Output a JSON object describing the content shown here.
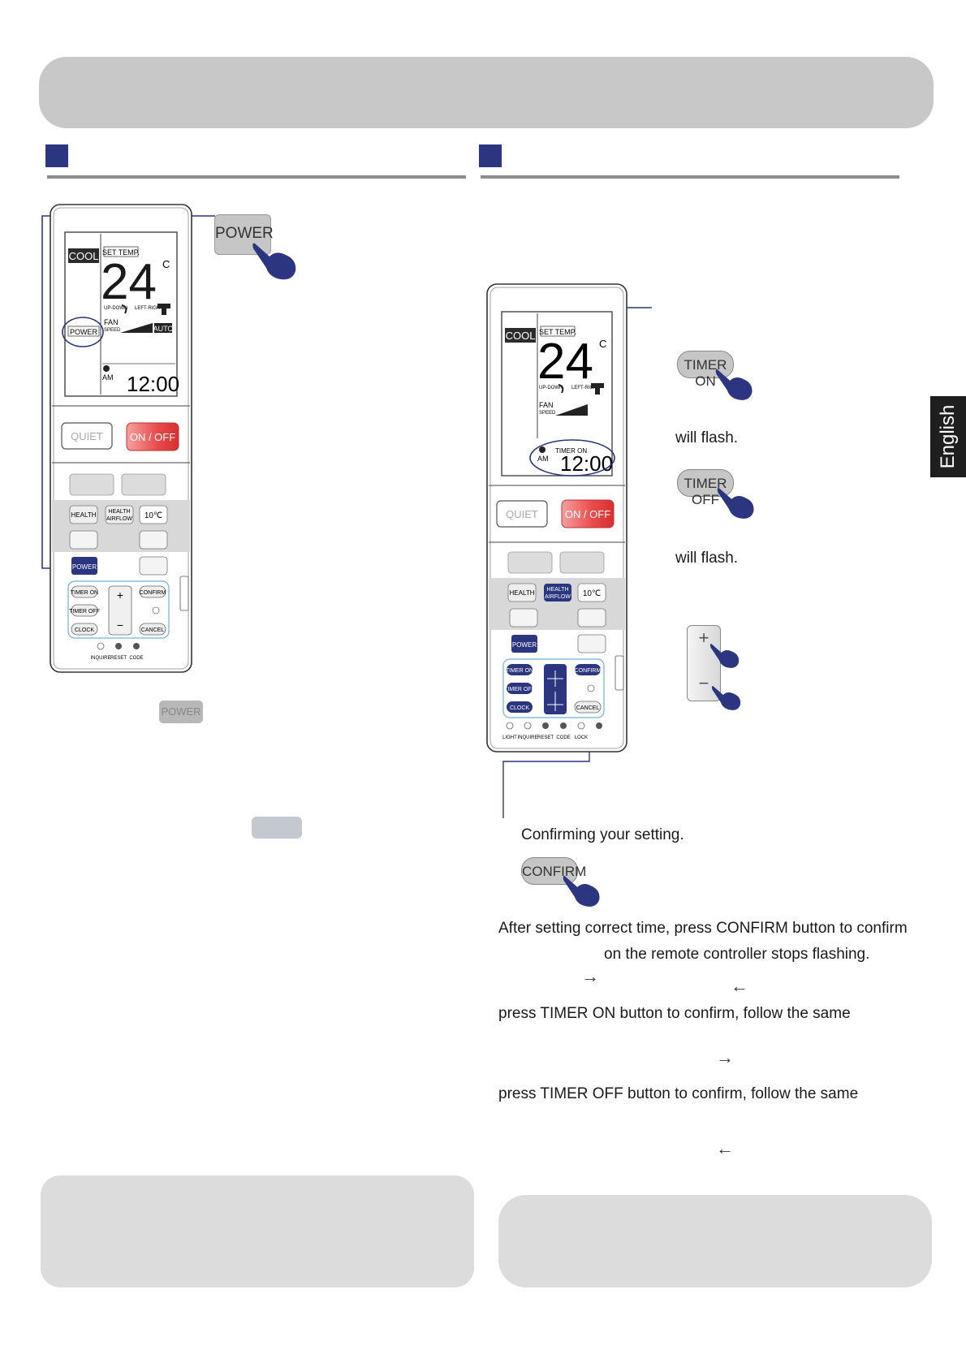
{
  "language_tab": "English",
  "remote_left": {
    "mode": "COOL",
    "set_temp_label": "SET TEMP.",
    "temperature": "24",
    "temp_unit": "C",
    "updown_label": "UP-DOWN",
    "leftright_label": "LEFT-RIGHT",
    "power_indicator": "POWER",
    "fan_label": "FAN",
    "speed_label": "SPEED",
    "fan_auto": "AUTO",
    "am": "AM",
    "clock": "12:00",
    "quiet": "QUIET",
    "onoff": "ON / OFF",
    "health": "HEALTH",
    "health_airflow_1": "HEALTH",
    "health_airflow_2": "AIRFLOW",
    "ten_c": "10℃",
    "power_btn": "POWER",
    "timer_on": "TIMER ON",
    "timer_off": "TIMER OFF",
    "clock_btn": "CLOCK",
    "confirm": "CONFIRM",
    "cancel": "CANCEL",
    "plus": "+",
    "minus": "−",
    "inquire": "INQUIRE",
    "reset": "RESET",
    "code": "CODE"
  },
  "left_callout_power": "POWER",
  "left_small_power": "POWER",
  "remote_right": {
    "mode": "COOL",
    "set_temp_label": "SET TEMP.",
    "temperature": "24",
    "temp_unit": "C",
    "updown_label": "UP-DOWN",
    "leftright_label": "LEFT-RIGHT",
    "fan_label": "FAN",
    "speed_label": "SPEED",
    "timer_on_label": "TIMER ON",
    "am": "AM",
    "clock": "12:00",
    "quiet": "QUIET",
    "onoff": "ON / OFF",
    "health": "HEALTH",
    "health_airflow_1": "HEALTH",
    "health_airflow_2": "AIRFLOW",
    "ten_c": "10℃",
    "power_btn": "POWER",
    "timer_on": "TIMER ON",
    "timer_off": "TIMER OFF",
    "clock_btn": "CLOCK",
    "confirm": "CONFIRM",
    "cancel": "CANCEL",
    "light": "LIGHT",
    "inquire": "INQUIRE",
    "reset": "RESET",
    "code": "CODE",
    "lock": "LOCK"
  },
  "right_panel": {
    "timer_on_button": "TIMER ON",
    "will_flash_1": "will flash.",
    "timer_off_button": "TIMER OFF",
    "will_flash_2": "will flash.",
    "plus": "+",
    "minus": "−",
    "confirming": "Confirming your setting.",
    "confirm_button": "CONFIRM",
    "line_1": "After setting correct time, press CONFIRM button to confirm",
    "line_2": "on the remote controller stops flashing.",
    "arrow_right": "→",
    "arrow_left": "←",
    "line_3": "press TIMER ON button to confirm, follow the same",
    "line_4": "press TIMER OFF button to confirm, follow the same"
  },
  "colors": {
    "navy": "#2b3580",
    "banner_gray": "#c8c8c8",
    "box_gray": "#dcdcdc",
    "onoff_red": "#e84a4a"
  }
}
